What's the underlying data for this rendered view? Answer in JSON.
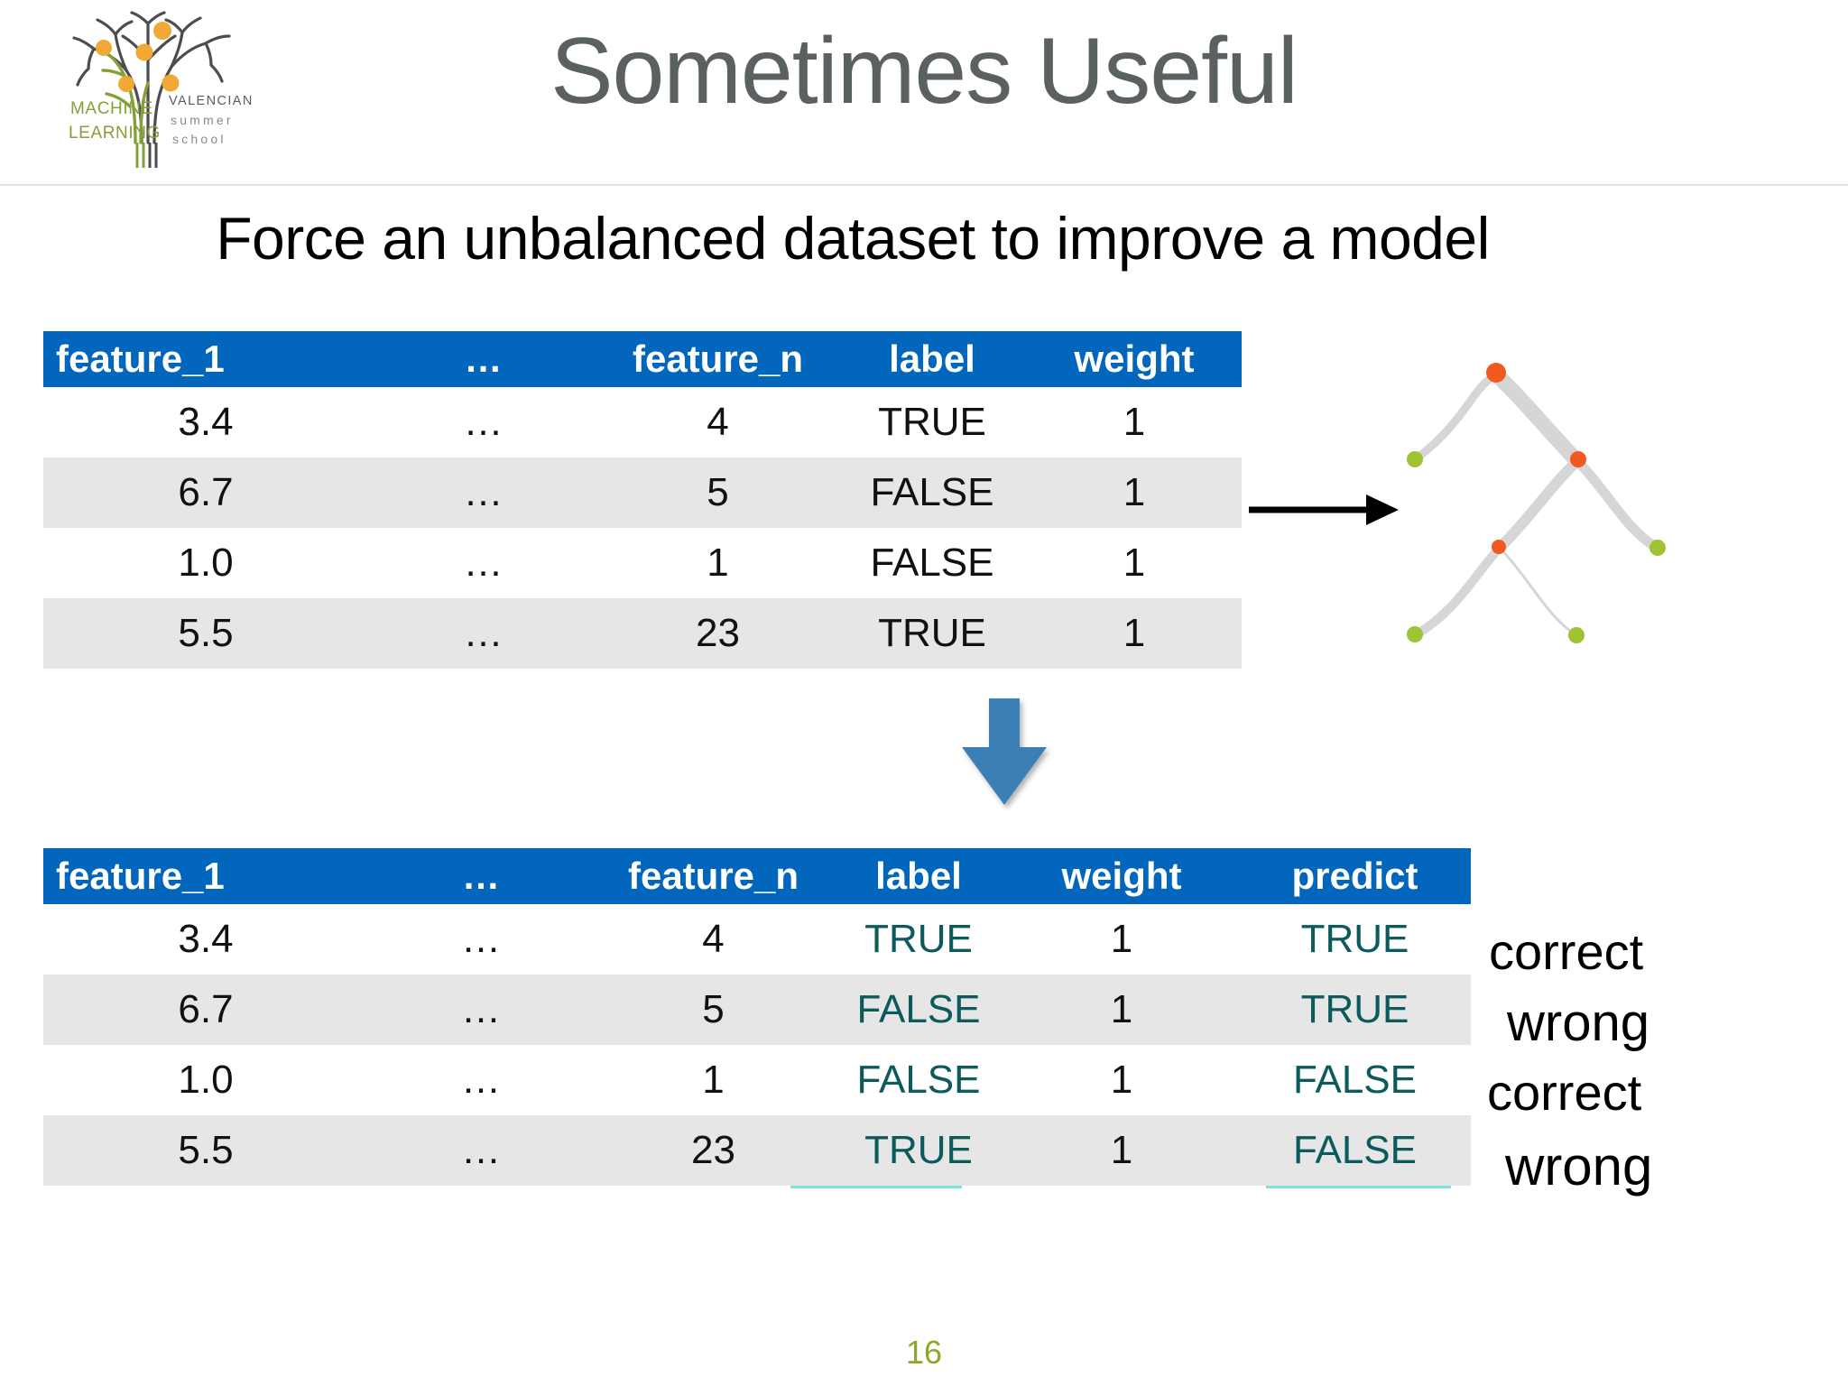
{
  "slide": {
    "title": "Sometimes Useful",
    "subtitle": "Force an unbalanced dataset to improve a model",
    "page_number": "16"
  },
  "logo": {
    "name": "machine-learning-valencian-summer-school-logo",
    "line1": "MACHINE",
    "line2": "LEARNING",
    "line3": "VALENCIAN",
    "line4": "s u m m e r",
    "line5": "s c h o o l",
    "green": "#84a03a",
    "gray": "#4d4d4d",
    "orange": "#f0a836"
  },
  "colors": {
    "header_blue": "#0266bd",
    "row_gray": "#e6e6e6",
    "highlight_cyan": "#49d8d3",
    "highlight_text": "#0b5a5c",
    "arrow_blue": "#3b7fb5",
    "title_gray": "#5b615f",
    "page_number_green": "#8aa828",
    "tree_edge": "#d4d4d4",
    "tree_node_internal": "#f05a1e",
    "tree_node_leaf": "#9fc332"
  },
  "table_one": {
    "name": "training-data-table",
    "columns": [
      "feature_1",
      "…",
      "feature_n",
      "label",
      "weight"
    ],
    "rows": [
      [
        "3.4",
        "…",
        "4",
        "TRUE",
        "1"
      ],
      [
        "6.7",
        "…",
        "5",
        "FALSE",
        "1"
      ],
      [
        "1.0",
        "…",
        "1",
        "FALSE",
        "1"
      ],
      [
        "5.5",
        "…",
        "23",
        "TRUE",
        "1"
      ]
    ]
  },
  "table_two": {
    "name": "prediction-results-table",
    "columns": [
      "feature_1",
      "…",
      "feature_n",
      "label",
      "weight",
      "predict"
    ],
    "rows": [
      [
        "3.4",
        "…",
        "4",
        "TRUE",
        "1",
        "TRUE"
      ],
      [
        "6.7",
        "…",
        "5",
        "FALSE",
        "1",
        "TRUE"
      ],
      [
        "1.0",
        "…",
        "1",
        "FALSE",
        "1",
        "FALSE"
      ],
      [
        "5.5",
        "…",
        "23",
        "TRUE",
        "1",
        "FALSE"
      ]
    ],
    "notes": [
      "correct",
      "wrong",
      "correct",
      "wrong"
    ]
  },
  "icons": {
    "right_arrow": "right-arrow-icon",
    "down_arrow": "down-arrow-icon",
    "tree": "decision-tree-icon"
  }
}
